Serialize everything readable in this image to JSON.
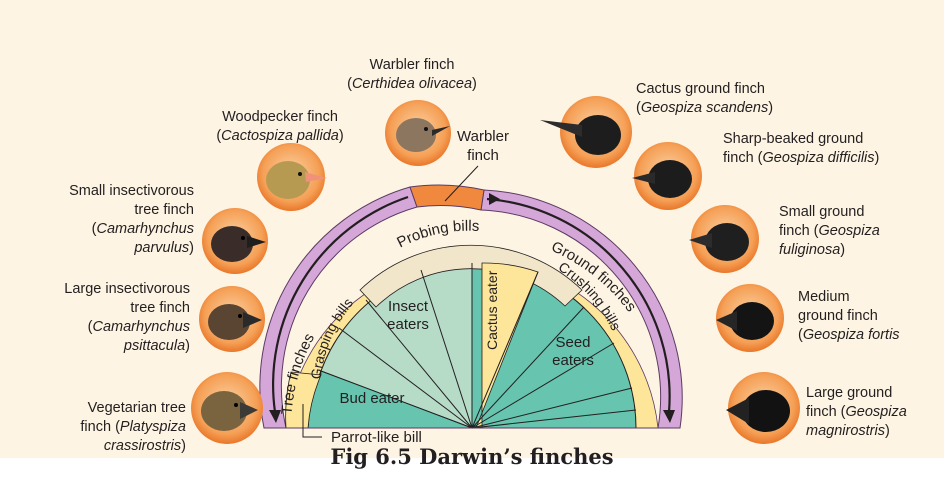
{
  "caption": "Fig 6.5 Darwin’s finches",
  "colors": {
    "background": "#fdf4e3",
    "outer_band": "#d5a6d8",
    "warbler_block": "#f0883e",
    "inner_yellow": "#fde59a",
    "insect_green": "#b6dcc8",
    "seed_teal": "#66c4af",
    "probing_band": "#f1e6c9",
    "head_orange": "#f08a3c"
  },
  "arc": {
    "tree_finches": "Tree finches",
    "ground_finches": "Ground finches",
    "warbler_finch_line1": "Warbler",
    "warbler_finch_line2": "finch",
    "probing_bills": "Probing bills",
    "grasping_bills": "Grasping bills",
    "crushing_bills": "Crushing bills",
    "cactus_eater": "Cactus eater",
    "insect_eaters_line1": "Insect",
    "insect_eaters_line2": "eaters",
    "seed_eaters_line1": "Seed",
    "seed_eaters_line2": "eaters",
    "bud_eater": "Bud eater",
    "parrot_like_bill": "Parrot-like bill"
  },
  "finches": {
    "warbler": {
      "name": "Warbler finch",
      "sci": "Certhidea olivacea"
    },
    "woodpecker": {
      "name": "Woodpecker finch",
      "sci": "Cactospiza pallida"
    },
    "small_insectivorous": {
      "line1": "Small insectivorous",
      "line2": "tree finch",
      "sci1": "Camarhynchus",
      "sci2": "parvulus"
    },
    "large_insectivorous": {
      "line1": "Large insectivorous",
      "line2": "tree finch",
      "sci1": "Camarhynchus",
      "sci2": "psittacula"
    },
    "vegetarian": {
      "line1": "Vegetarian tree",
      "line2_prefix": "finch (",
      "sci1": "Platyspiza",
      "sci2": "crassirostris"
    },
    "cactus_ground": {
      "name": "Cactus ground finch",
      "sci": "Geospiza scandens"
    },
    "sharp_beaked": {
      "line1": "Sharp-beaked ground",
      "line2_prefix": "finch (",
      "sci": "Geospiza  difficilis"
    },
    "small_ground": {
      "line1": "Small ground",
      "line2_prefix": "finch (",
      "sci1": "Geospiza",
      "sci2": "fuliginosa"
    },
    "medium_ground": {
      "line1": "Medium",
      "line2": "ground finch",
      "sci": "Geospiza  fortis"
    },
    "large_ground": {
      "line1": "Large ground",
      "line2_prefix": "finch (",
      "sci1": "Geospiza",
      "sci2": "magnirostris"
    }
  }
}
